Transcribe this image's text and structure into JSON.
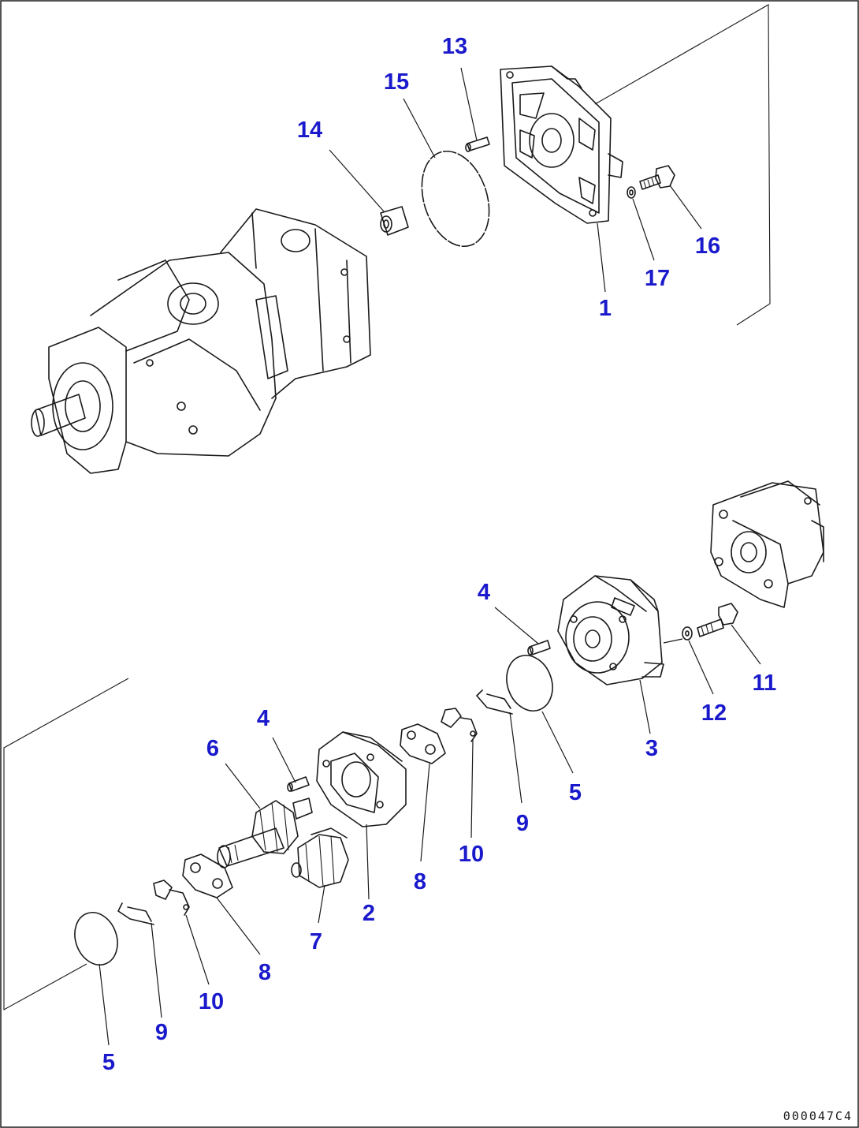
{
  "diagram": {
    "reference_code": "000047C4",
    "callouts": [
      {
        "id": "c1",
        "label": "1"
      },
      {
        "id": "c2",
        "label": "2"
      },
      {
        "id": "c3",
        "label": "3"
      },
      {
        "id": "c4a",
        "label": "4"
      },
      {
        "id": "c4b",
        "label": "4"
      },
      {
        "id": "c5a",
        "label": "5"
      },
      {
        "id": "c5b",
        "label": "5"
      },
      {
        "id": "c6",
        "label": "6"
      },
      {
        "id": "c7",
        "label": "7"
      },
      {
        "id": "c8a",
        "label": "8"
      },
      {
        "id": "c8b",
        "label": "8"
      },
      {
        "id": "c9a",
        "label": "9"
      },
      {
        "id": "c9b",
        "label": "9"
      },
      {
        "id": "c10a",
        "label": "10"
      },
      {
        "id": "c10b",
        "label": "10"
      },
      {
        "id": "c11",
        "label": "11"
      },
      {
        "id": "c12",
        "label": "12"
      },
      {
        "id": "c13",
        "label": "13"
      },
      {
        "id": "c14",
        "label": "14"
      },
      {
        "id": "c15",
        "label": "15"
      },
      {
        "id": "c16",
        "label": "16"
      },
      {
        "id": "c17",
        "label": "17"
      }
    ]
  }
}
